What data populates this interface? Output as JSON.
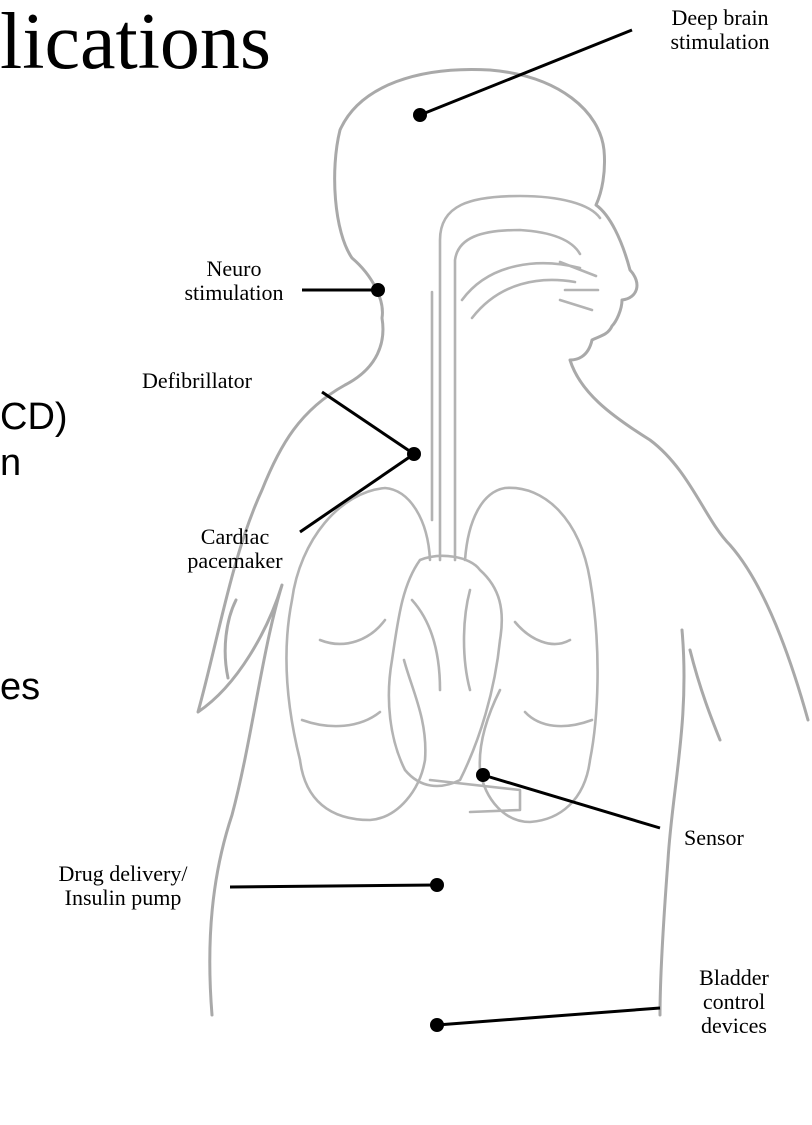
{
  "slide": {
    "title_fragment": "lications",
    "bullet_fragments": [
      "CD)",
      "n",
      "es"
    ]
  },
  "callouts": [
    {
      "id": "deep-brain",
      "lines": [
        "Deep brain",
        "stimulation"
      ]
    },
    {
      "id": "neuro",
      "lines": [
        "Neuro",
        "stimulation"
      ]
    },
    {
      "id": "defibrillator",
      "lines": [
        "Defibrillator"
      ]
    },
    {
      "id": "pacemaker",
      "lines": [
        "Cardiac",
        "pacemaker"
      ]
    },
    {
      "id": "sensor",
      "lines": [
        "Sensor"
      ]
    },
    {
      "id": "drug-delivery",
      "lines": [
        "Drug delivery/",
        "Insulin pump"
      ]
    },
    {
      "id": "bladder",
      "lines": [
        "Bladder",
        "control",
        "devices"
      ]
    }
  ]
}
